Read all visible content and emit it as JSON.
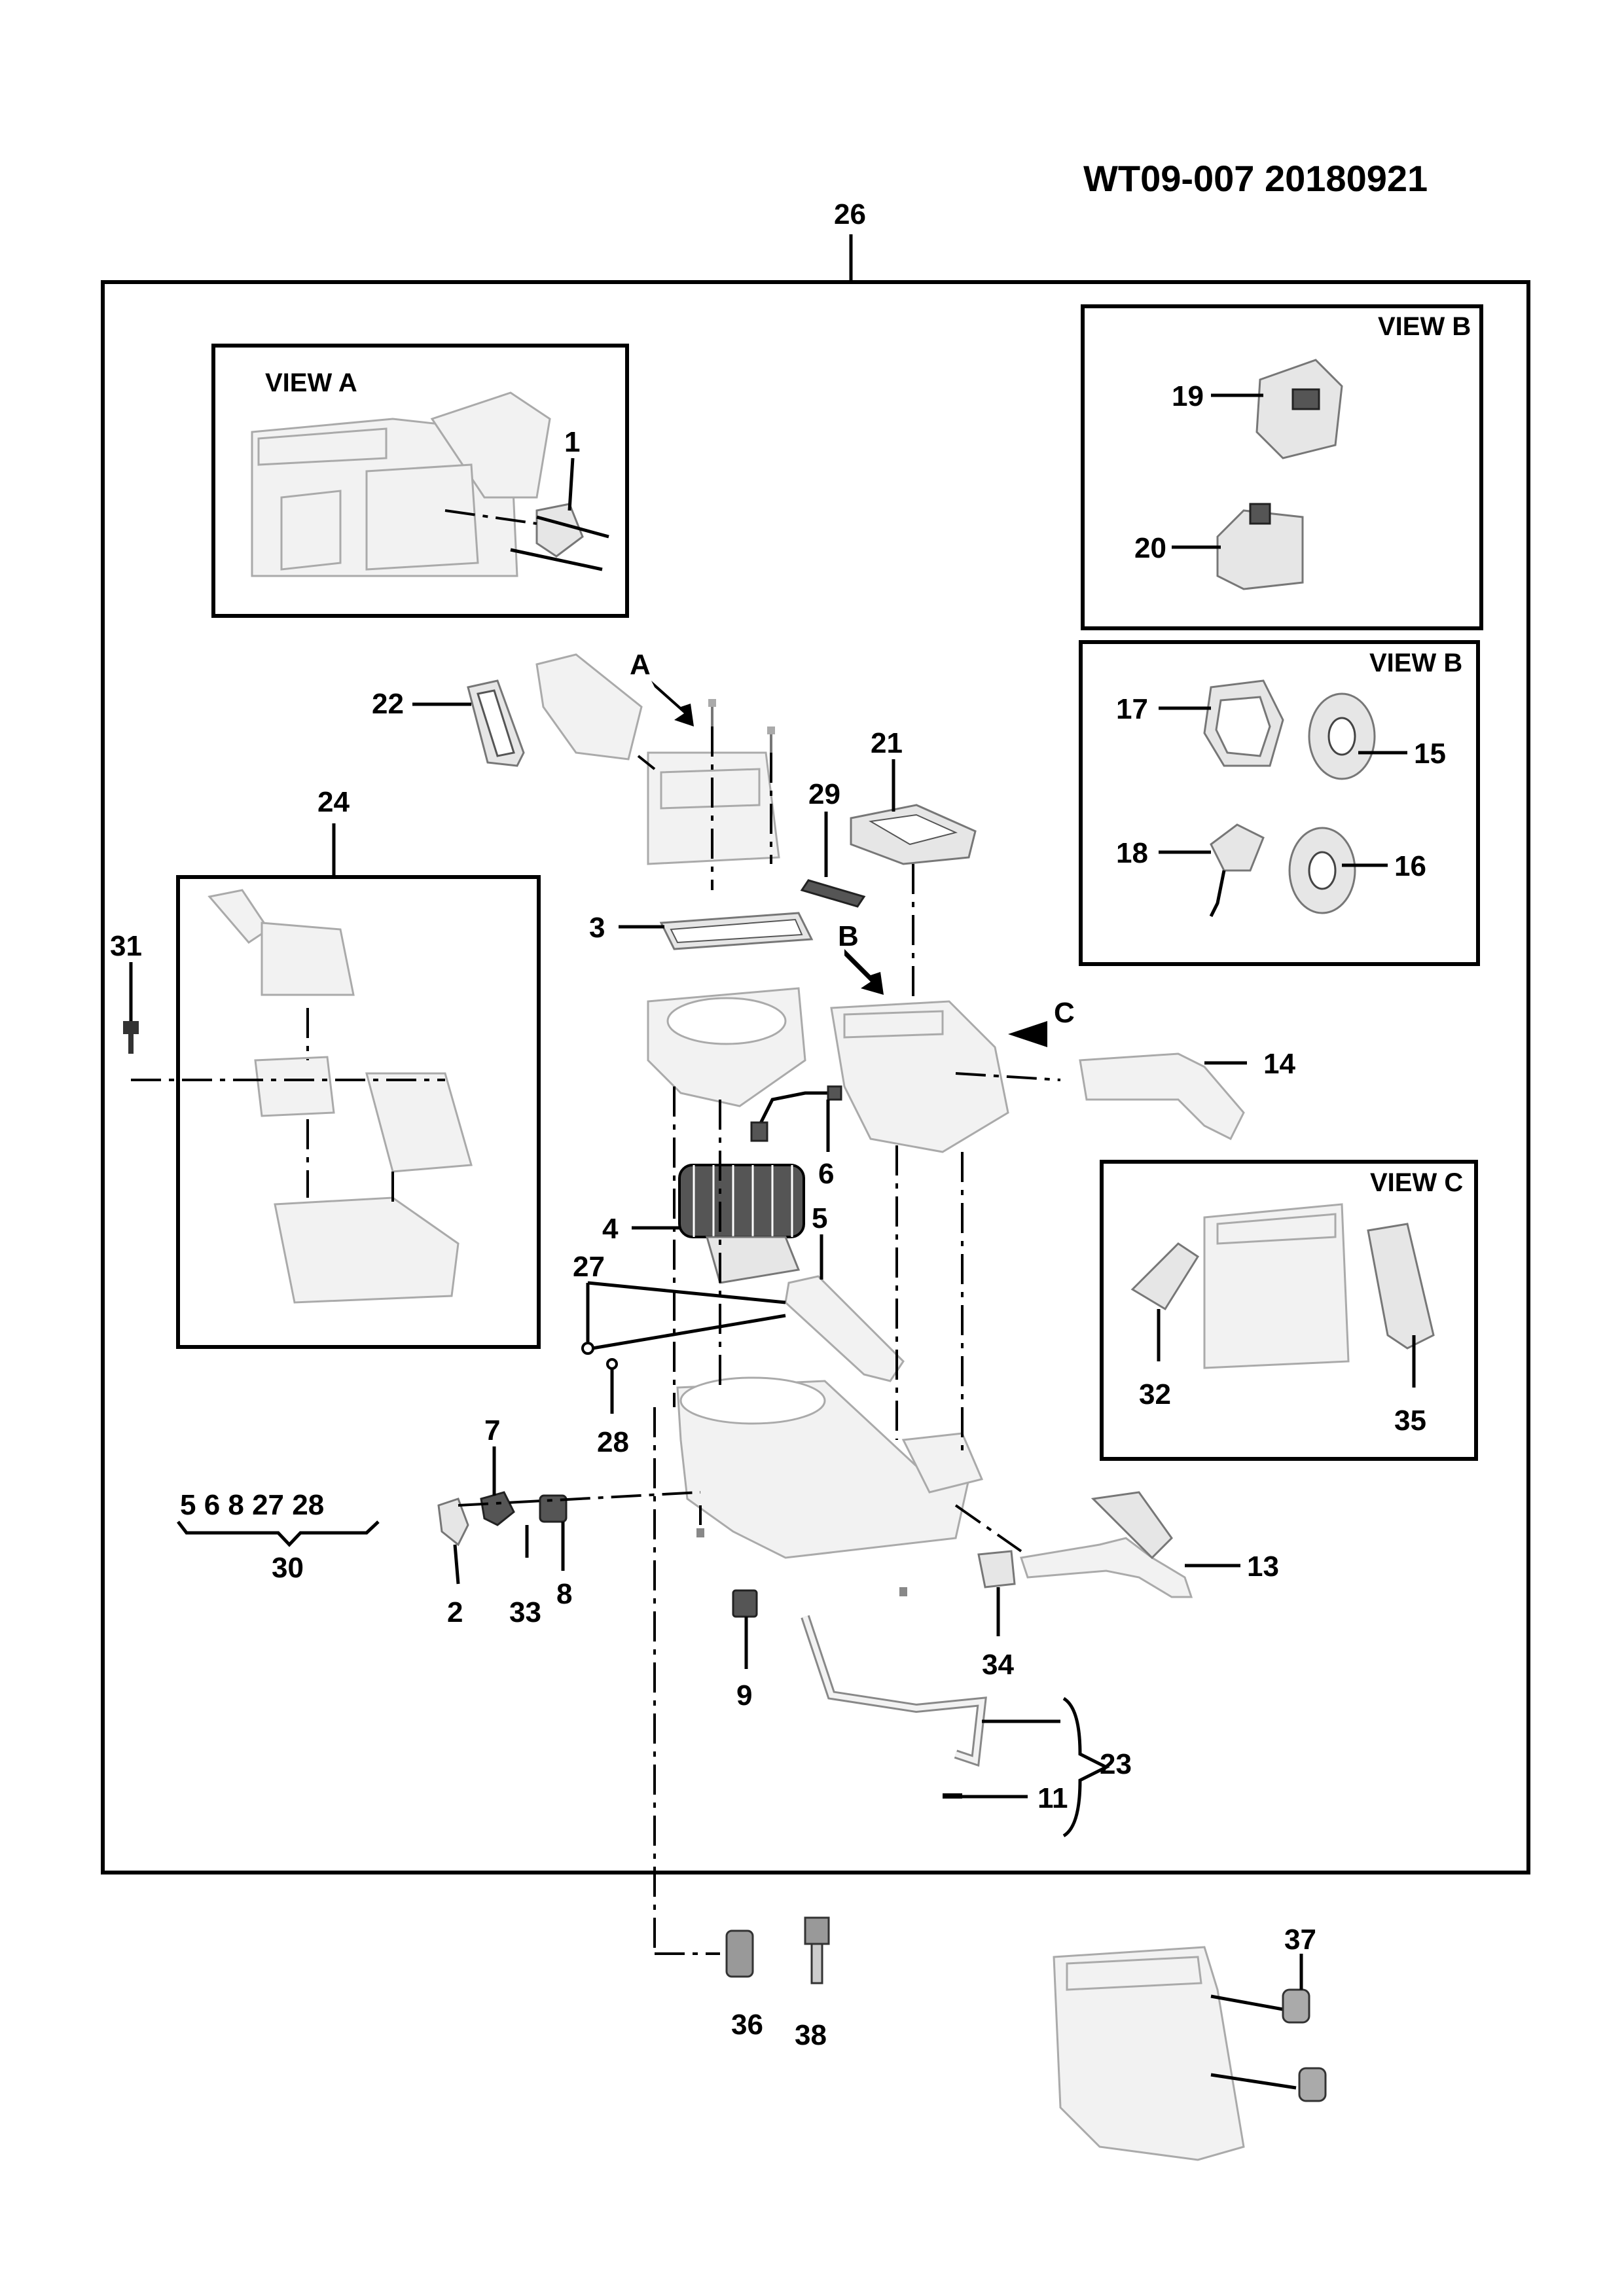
{
  "header": {
    "code": "WT09-007  20180921"
  },
  "views": {
    "a": "VIEW  A",
    "b1": "VIEW B",
    "b2": "VIEW B",
    "c": "VIEW C"
  },
  "arrows": {
    "a": "A",
    "b": "B",
    "c": "C"
  },
  "group_30": {
    "members": "5  6  8  27  28",
    "label": "30"
  },
  "callouts": {
    "p1": "1",
    "p2": "2",
    "p3": "3",
    "p4": "4",
    "p5": "5",
    "p6": "6",
    "p7": "7",
    "p8": "8",
    "p9": "9",
    "p11": "11",
    "p13": "13",
    "p14": "14",
    "p15": "15",
    "p16": "16",
    "p17": "17",
    "p18": "18",
    "p19": "19",
    "p20": "20",
    "p21": "21",
    "p22": "22",
    "p23": "23",
    "p24": "24",
    "p26": "26",
    "p27": "27",
    "p28": "28",
    "p29": "29",
    "p31": "31",
    "p32": "32",
    "p33": "33",
    "p34": "34",
    "p35": "35",
    "p36": "36",
    "p37": "37",
    "p38": "38"
  }
}
